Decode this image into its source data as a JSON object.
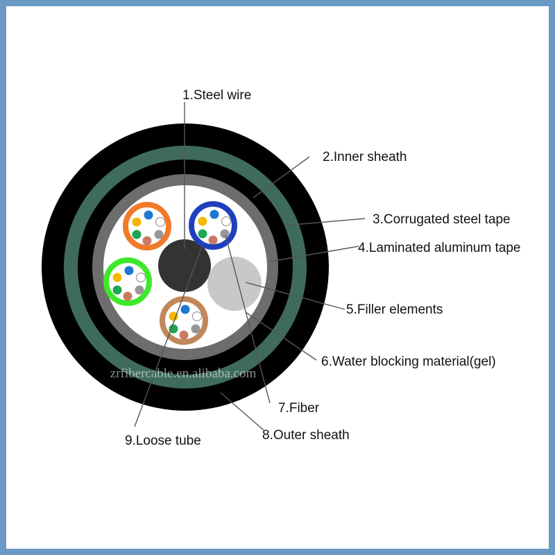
{
  "colors": {
    "frame_border": "#6a9ac4",
    "outer_sheath": "#000000",
    "corrugated_steel_tape": "#3f6b5b",
    "inner_sheath": "#000000",
    "laminated_aluminum_tape": "#6d6d6d",
    "water_blocking_gel": "#ffffff",
    "steel_wire": "#333333",
    "filler_element": "#c8c8c8",
    "leader_line": "#555555"
  },
  "loose_tubes": [
    {
      "id": "orange",
      "color": "#f07a2a"
    },
    {
      "id": "blue",
      "color": "#1f3fbd"
    },
    {
      "id": "green",
      "color": "#3ee829"
    },
    {
      "id": "brown",
      "color": "#c0875a"
    }
  ],
  "fiber_colors": [
    "#1f77d0",
    "#ffffff",
    "#f5b800",
    "#979797",
    "#1ea653",
    "#c97a63"
  ],
  "labels": {
    "steel_wire": "1.Steel wire",
    "inner_sheath": "2.Inner sheath",
    "corrugated_steel_tape": "3.Corrugated steel tape",
    "laminated_aluminum_tape": "4.Laminated aluminum tape",
    "filler_elements": "5.Filler elements",
    "water_blocking_material": "6.Water blocking material(gel)",
    "fiber": "7.Fiber",
    "outer_sheath": "8.Outer sheath",
    "loose_tube": "9.Loose tube"
  },
  "watermark": "zrfibercable.en.alibaba.com"
}
